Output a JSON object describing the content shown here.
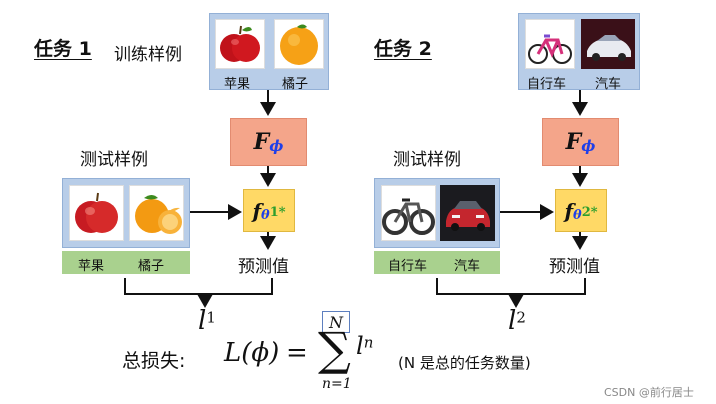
{
  "task1": {
    "title": "任务 1",
    "train_label": "训练样例",
    "test_label": "测试样例",
    "train_items": [
      "苹果",
      "橘子"
    ],
    "test_items": [
      "苹果",
      "橘子"
    ],
    "predict_label": "预测值",
    "loss_base": "l",
    "loss_sup": "1",
    "theta_sup": "1*"
  },
  "task2": {
    "title": "任务 2",
    "test_label": "测试样例",
    "train_items": [
      "自行车",
      "汽车"
    ],
    "test_items": [
      "自行车",
      "汽车"
    ],
    "predict_label": "预测值",
    "loss_base": "l",
    "loss_sup": "2",
    "theta_sup": "2*"
  },
  "model": {
    "F": "F",
    "F_sub": "ϕ",
    "f": "f",
    "theta": "θ"
  },
  "total_loss": {
    "label": "总损失:",
    "lhs": "L(ϕ)",
    "equals": "=",
    "sum_top": "N",
    "sum_bottom": "n=1",
    "term": "l",
    "term_sup": "n",
    "note": "(N 是总的任务数量)"
  },
  "watermark": "CSDN @前行居士",
  "colors": {
    "f_box": "#f4a58a",
    "theta_box": "#ffd966",
    "image_frame": "#b8cde8",
    "label_bar": "#a9d18e",
    "param_sub": "#1f3fe8",
    "star": "#2e9e2e"
  }
}
